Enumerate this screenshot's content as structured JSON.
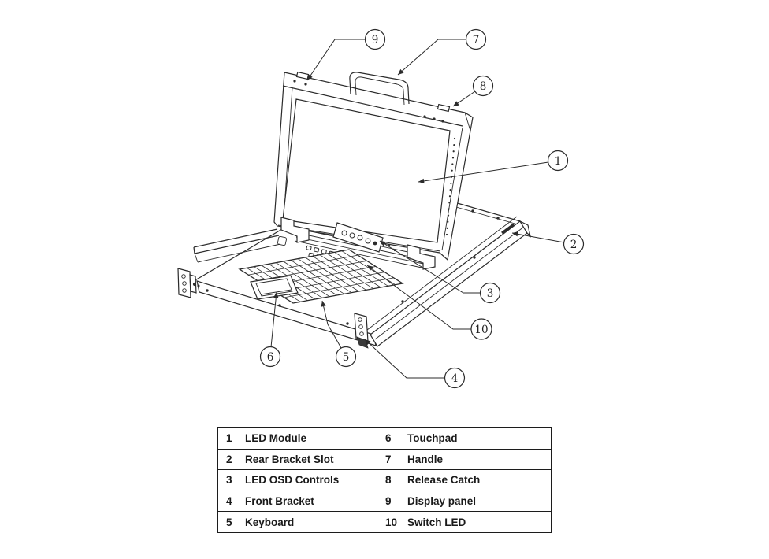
{
  "colors": {
    "line_art": "#2b2b2b",
    "text": "#1a1a1a",
    "background": "#ffffff"
  },
  "callouts": [
    {
      "number": "1"
    },
    {
      "number": "2"
    },
    {
      "number": "3"
    },
    {
      "number": "4"
    },
    {
      "number": "5"
    },
    {
      "number": "6"
    },
    {
      "number": "7"
    },
    {
      "number": "8"
    },
    {
      "number": "9"
    },
    {
      "number": "10"
    }
  ],
  "parts_table": {
    "rows": [
      {
        "left_num": "1",
        "left_label": "LED Module",
        "right_num": "6",
        "right_label": "Touchpad"
      },
      {
        "left_num": "2",
        "left_label": "Rear Bracket Slot",
        "right_num": "7",
        "right_label": "Handle"
      },
      {
        "left_num": "3",
        "left_label": "LED OSD Controls",
        "right_num": "8",
        "right_label": "Release Catch"
      },
      {
        "left_num": "4",
        "left_label": "Front Bracket",
        "right_num": "9",
        "right_label": "Display panel"
      },
      {
        "left_num": "5",
        "left_label": "Keyboard",
        "right_num": "10",
        "right_label": "Switch LED"
      }
    ]
  }
}
